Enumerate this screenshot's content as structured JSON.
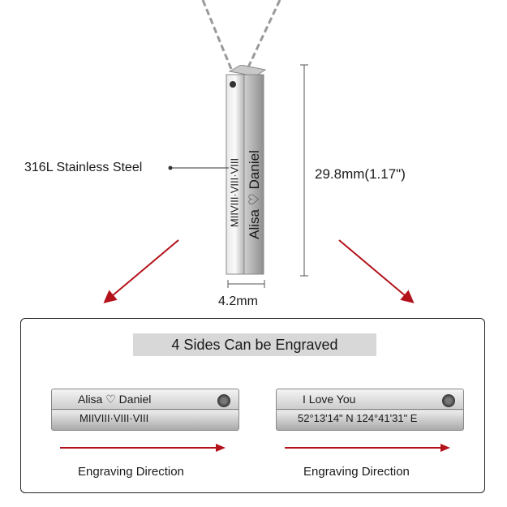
{
  "labels": {
    "material": "316L Stainless Steel",
    "height": "29.8mm(1.17\")",
    "width": "4.2mm"
  },
  "pendant": {
    "side_a": "Alisa ♡ Daniel",
    "side_b": "MIIVIII·VIII·VIII"
  },
  "panel": {
    "title": "4 Sides Can be Engraved",
    "bar_left": {
      "line1": "Alisa ♡ Daniel",
      "line2": "MIIVIII·VIII·VIII"
    },
    "bar_right": {
      "line1": "I Love You",
      "line2": "52°13'14\" N  124°41'31\" E"
    },
    "direction_left": "Engraving Direction",
    "direction_right": "Engraving Direction"
  },
  "colors": {
    "arrow": "#b3121a",
    "steel": "#c8c8c8",
    "dim_line": "#555555"
  }
}
